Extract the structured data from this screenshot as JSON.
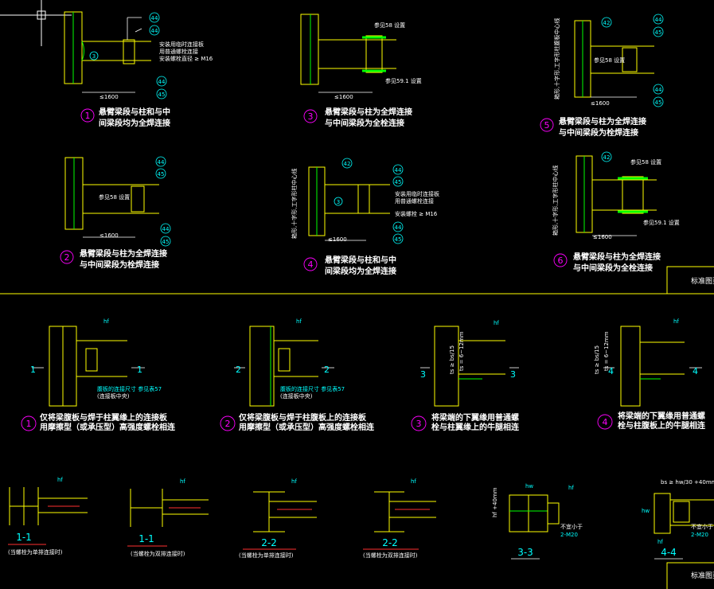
{
  "top_details": [
    {
      "num": "1",
      "l1": "悬臂梁段与柱和与中",
      "l2": "间梁段均为全焊连接",
      "dim": "≤1600",
      "n1": "44",
      "n2": "44",
      "n3": "45",
      "n4": "44",
      "n5": "45",
      "n_left": "3",
      "note1": "安装用临时连接板",
      "note2": "用普通螺栓连接",
      "note3": "安装螺栓直径 ≥ M16"
    },
    {
      "num": "3",
      "l1": "悬臂梁段与柱为全焊连接",
      "l2": "与中间梁段为全栓连接",
      "dim": "≤1600",
      "note_top": "参见58 设置",
      "note_bot": "参见59.1 设置"
    },
    {
      "num": "5",
      "l1": "悬臂梁段与柱为全焊连接",
      "l2": "与中间梁段为栓焊连接",
      "dim": "≤1600",
      "n1": "42",
      "n2": "44",
      "n3": "45",
      "n4": "44",
      "n5": "45",
      "side": "箱形,十字形,工字形柱腹板中心线",
      "mid": "参见58 设置"
    },
    {
      "num": "2",
      "l1": "悬臂梁段与柱为全焊连接",
      "l2": "与中间梁段为栓焊连接",
      "dim": "≤1600",
      "n1": "44",
      "n2": "45",
      "n3": "44",
      "n4": "45",
      "mid": "参见58 设置"
    },
    {
      "num": "4",
      "l1": "悬臂梁段与柱和与中",
      "l2": "间梁段均为全焊连接",
      "dim": "≤1600",
      "n1": "42",
      "n2": "44",
      "n3": "45",
      "n4": "44",
      "n5": "45",
      "n_left": "3",
      "side": "箱形,十字形,工字形柱中心线",
      "note1": "安装用临时连接板",
      "note2": "用普通螺栓连接",
      "note3": "安装螺栓 ≥ M16"
    },
    {
      "num": "6",
      "l1": "悬臂梁段与柱为全焊连接",
      "l2": "与中间梁段为全栓连接",
      "dim": "≤1600",
      "side": "箱形,十字形,工字形柱中心线",
      "note_top": "参见58 设置",
      "note_bot": "参见59.1 设置",
      "n1": "42"
    }
  ],
  "title_block_top": "标准图页",
  "middle_details": [
    {
      "num": "1",
      "l1": "仅将梁腹板与焊于柱翼缘上的连接板",
      "l2": "用摩擦型（或承压型）高强度螺栓相连",
      "sec": "1",
      "note1": "腹板的连接尺寸 参见表57",
      "note2": "(连接板中央)",
      "hf": "hf"
    },
    {
      "num": "2",
      "l1": "仅将梁腹板与焊于柱腹板上的连接板",
      "l2": "用摩擦型（或承压型）高强度螺栓相连",
      "sec": "2",
      "note1": "腹板的连接尺寸 参见表57",
      "note2": "(连接板中央)",
      "hf": "hf"
    },
    {
      "num": "3",
      "l1": "将梁端的下翼缘用普通螺",
      "l2": "栓与柱翼缘上的牛腿相连",
      "sec": "3",
      "dim1": "ts ≥ bs/15",
      "dim2": "ts = 6~12mm",
      "hf": "hf"
    },
    {
      "num": "4",
      "l1": "将梁端的下翼缘用普通螺",
      "l2": "栓与柱腹板上的牛腿相连",
      "sec": "4",
      "dim1": "ts ≥ bs/15",
      "dim2": "ts = 6~12mm",
      "hf": "hf"
    }
  ],
  "sections": [
    {
      "label": "1-1",
      "note": "(当螺栓为单排连接时)",
      "hf": "hf"
    },
    {
      "label": "1-1",
      "note": "(当螺栓为双排连接时)",
      "hf": "hf"
    },
    {
      "label": "2-2",
      "note": "(当螺栓为单排连接时)",
      "hf": "hf"
    },
    {
      "label": "2-2",
      "note": "(当螺栓为双排连接时)",
      "hf": "hf"
    },
    {
      "label": "3-3",
      "hw": "hw",
      "dim": "hf +40mm",
      "n1": "不宜小于",
      "n2": "2-M20",
      "hf": "hf"
    },
    {
      "label": "4-4",
      "top": "bs ≥ hw/30 +40mm",
      "n1": "不宜小于",
      "n2": "2-M20",
      "hw": "hw",
      "hf": "hf"
    }
  ],
  "title_block_bottom": "标准图页"
}
